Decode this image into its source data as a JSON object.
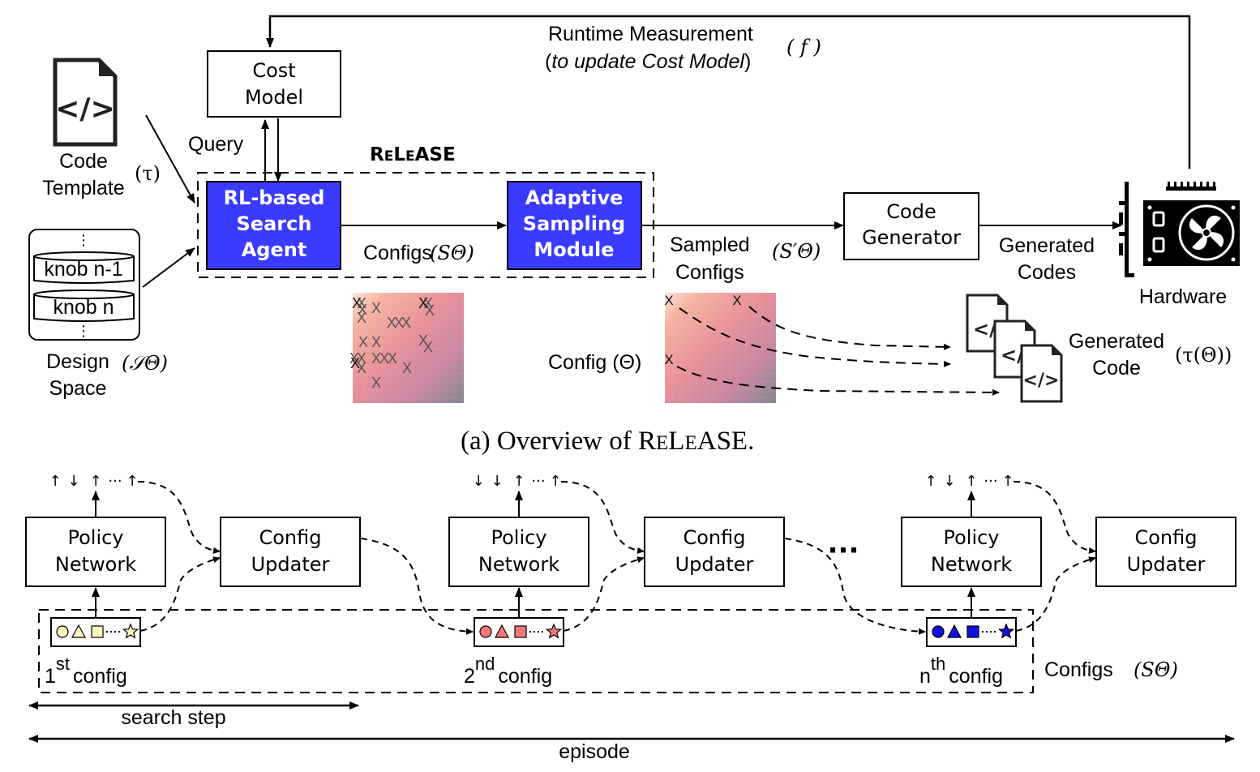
{
  "colors": {
    "accent_blue": "#3b3bff",
    "config1_fill": "#fbf5bd",
    "config2_fill": "#f47a7a",
    "confign_fill": "#1010e0",
    "line": "#000000",
    "heatmap_hot": "#f9dccb",
    "heatmap_mid": "#e58a9a",
    "heatmap_cool": "#8a8a96"
  },
  "top": {
    "feedback": {
      "line1": "Runtime Measurement",
      "line2_open": "(",
      "line2_italic": "to update Cost Model",
      "line2_close": ")",
      "symbol": "( f )"
    },
    "cost_model": {
      "line1": "Cost",
      "line2": "Model"
    },
    "query_label": "Query",
    "release_title": "RELEASE",
    "code_template": {
      "icon": "code-file-icon",
      "line1": "Code",
      "line2": "Template",
      "symbol": "(τ)"
    },
    "design_space": {
      "knobs": [
        "knob n-1",
        "knob n"
      ],
      "ellipsis": "⋮",
      "line1": "Design",
      "line2": "Space",
      "symbol": "(𝒮Θ)"
    },
    "rl_agent": {
      "line1": "RL-based",
      "line2": "Search",
      "line3": "Agent"
    },
    "configs_label": {
      "text": "Configs",
      "symbol": "(SΘ)"
    },
    "adaptive_sampler": {
      "line1": "Adaptive",
      "line2": "Sampling",
      "line3": "Module"
    },
    "sampled_configs": {
      "line1": "Sampled",
      "line2": "Configs",
      "symbol": "(S′Θ)"
    },
    "config_label": "Config (Θ)",
    "code_generator": {
      "line1": "Code",
      "line2": "Generator"
    },
    "generated_codes": {
      "line1": "Generated",
      "line2": "Codes"
    },
    "hardware": {
      "icon": "gpu-card-icon",
      "label": "Hardware"
    },
    "generated_code": {
      "icon": "code-file-icon",
      "line1": "Generated",
      "line2": "Code",
      "symbol": "(τ(Θ))"
    },
    "scatter_marker": "X"
  },
  "caption": {
    "prefix": "(a)  Overview of ",
    "name": "RELEASE",
    "suffix": "."
  },
  "bottom": {
    "steps": [
      {
        "policy": {
          "line1": "Policy",
          "line2": "Network"
        },
        "updater": {
          "line1": "Config",
          "line2": "Updater"
        },
        "actions": [
          "↑",
          "↓",
          "↑",
          "···",
          "↑"
        ],
        "config_ordinal": "1",
        "config_suffix": "st",
        "config_word": "config",
        "shape_fill": "config1_fill"
      },
      {
        "policy": {
          "line1": "Policy",
          "line2": "Network"
        },
        "updater": {
          "line1": "Config",
          "line2": "Updater"
        },
        "actions": [
          "↓",
          "↓",
          "↑",
          "···",
          "↑"
        ],
        "config_ordinal": "2",
        "config_suffix": "nd",
        "config_word": "config",
        "shape_fill": "config2_fill"
      },
      {
        "policy": {
          "line1": "Policy",
          "line2": "Network"
        },
        "updater": {
          "line1": "Config",
          "line2": "Updater"
        },
        "actions": [
          "↑",
          "↓",
          "↑",
          "···",
          "↑"
        ],
        "config_ordinal": "n",
        "config_suffix": "th",
        "config_word": "config",
        "shape_fill": "confign_fill"
      }
    ],
    "ellipsis": "···",
    "configs_label": "Configs",
    "configs_symbol": "(SΘ)",
    "search_step_label": "search step",
    "episode_label": "episode"
  }
}
